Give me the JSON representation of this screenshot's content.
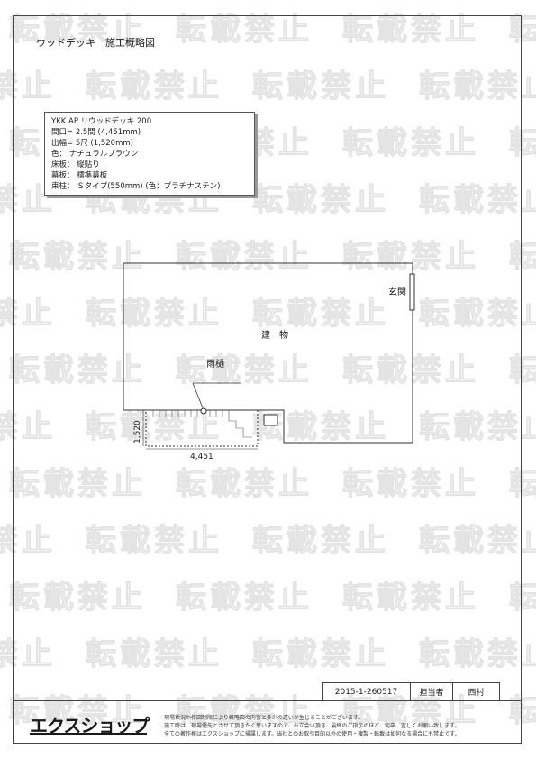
{
  "doc_title": "ウッドデッキ　施工概略図",
  "watermark_text": "転載禁止",
  "spec": {
    "lines": [
      "YKK AP リウッドデッキ 200",
      "間口= 2.5間 (4,451mm)",
      "出幅= 5尺 (1,520mm)",
      "色： ナチュラルブラウン",
      "床板： 縦貼り",
      "幕板： 標準幕板",
      "束柱： Ｓタイプ(550mm) (色：プラチナステン)"
    ]
  },
  "plan": {
    "building_label": "建　物",
    "entrance_label": "玄関",
    "gutter_label": "雨樋",
    "depth_dimension": "1,520",
    "width_dimension": "4,451"
  },
  "footer": {
    "doc_number": "2015-1-260517",
    "person_label": "担当者",
    "person_name": "西村",
    "logo_text": "エクスショップ",
    "notes": [
      "現場状況や作図制限により概略図の内容と多少の違いが生じることがございます。",
      "施工時は、現場優先とさせて頂きたく思いますので、お立会い頂き、最終のご指示のほど、何卒、宜しくお願い致します。",
      "全ての著作権はエクスショップに帰属します。当社とのお取引目的以外の使用・複製・転載は如何なる場合にも禁止です。"
    ]
  },
  "colors": {
    "watermark": "#e4e4e4",
    "line": "#333333"
  }
}
